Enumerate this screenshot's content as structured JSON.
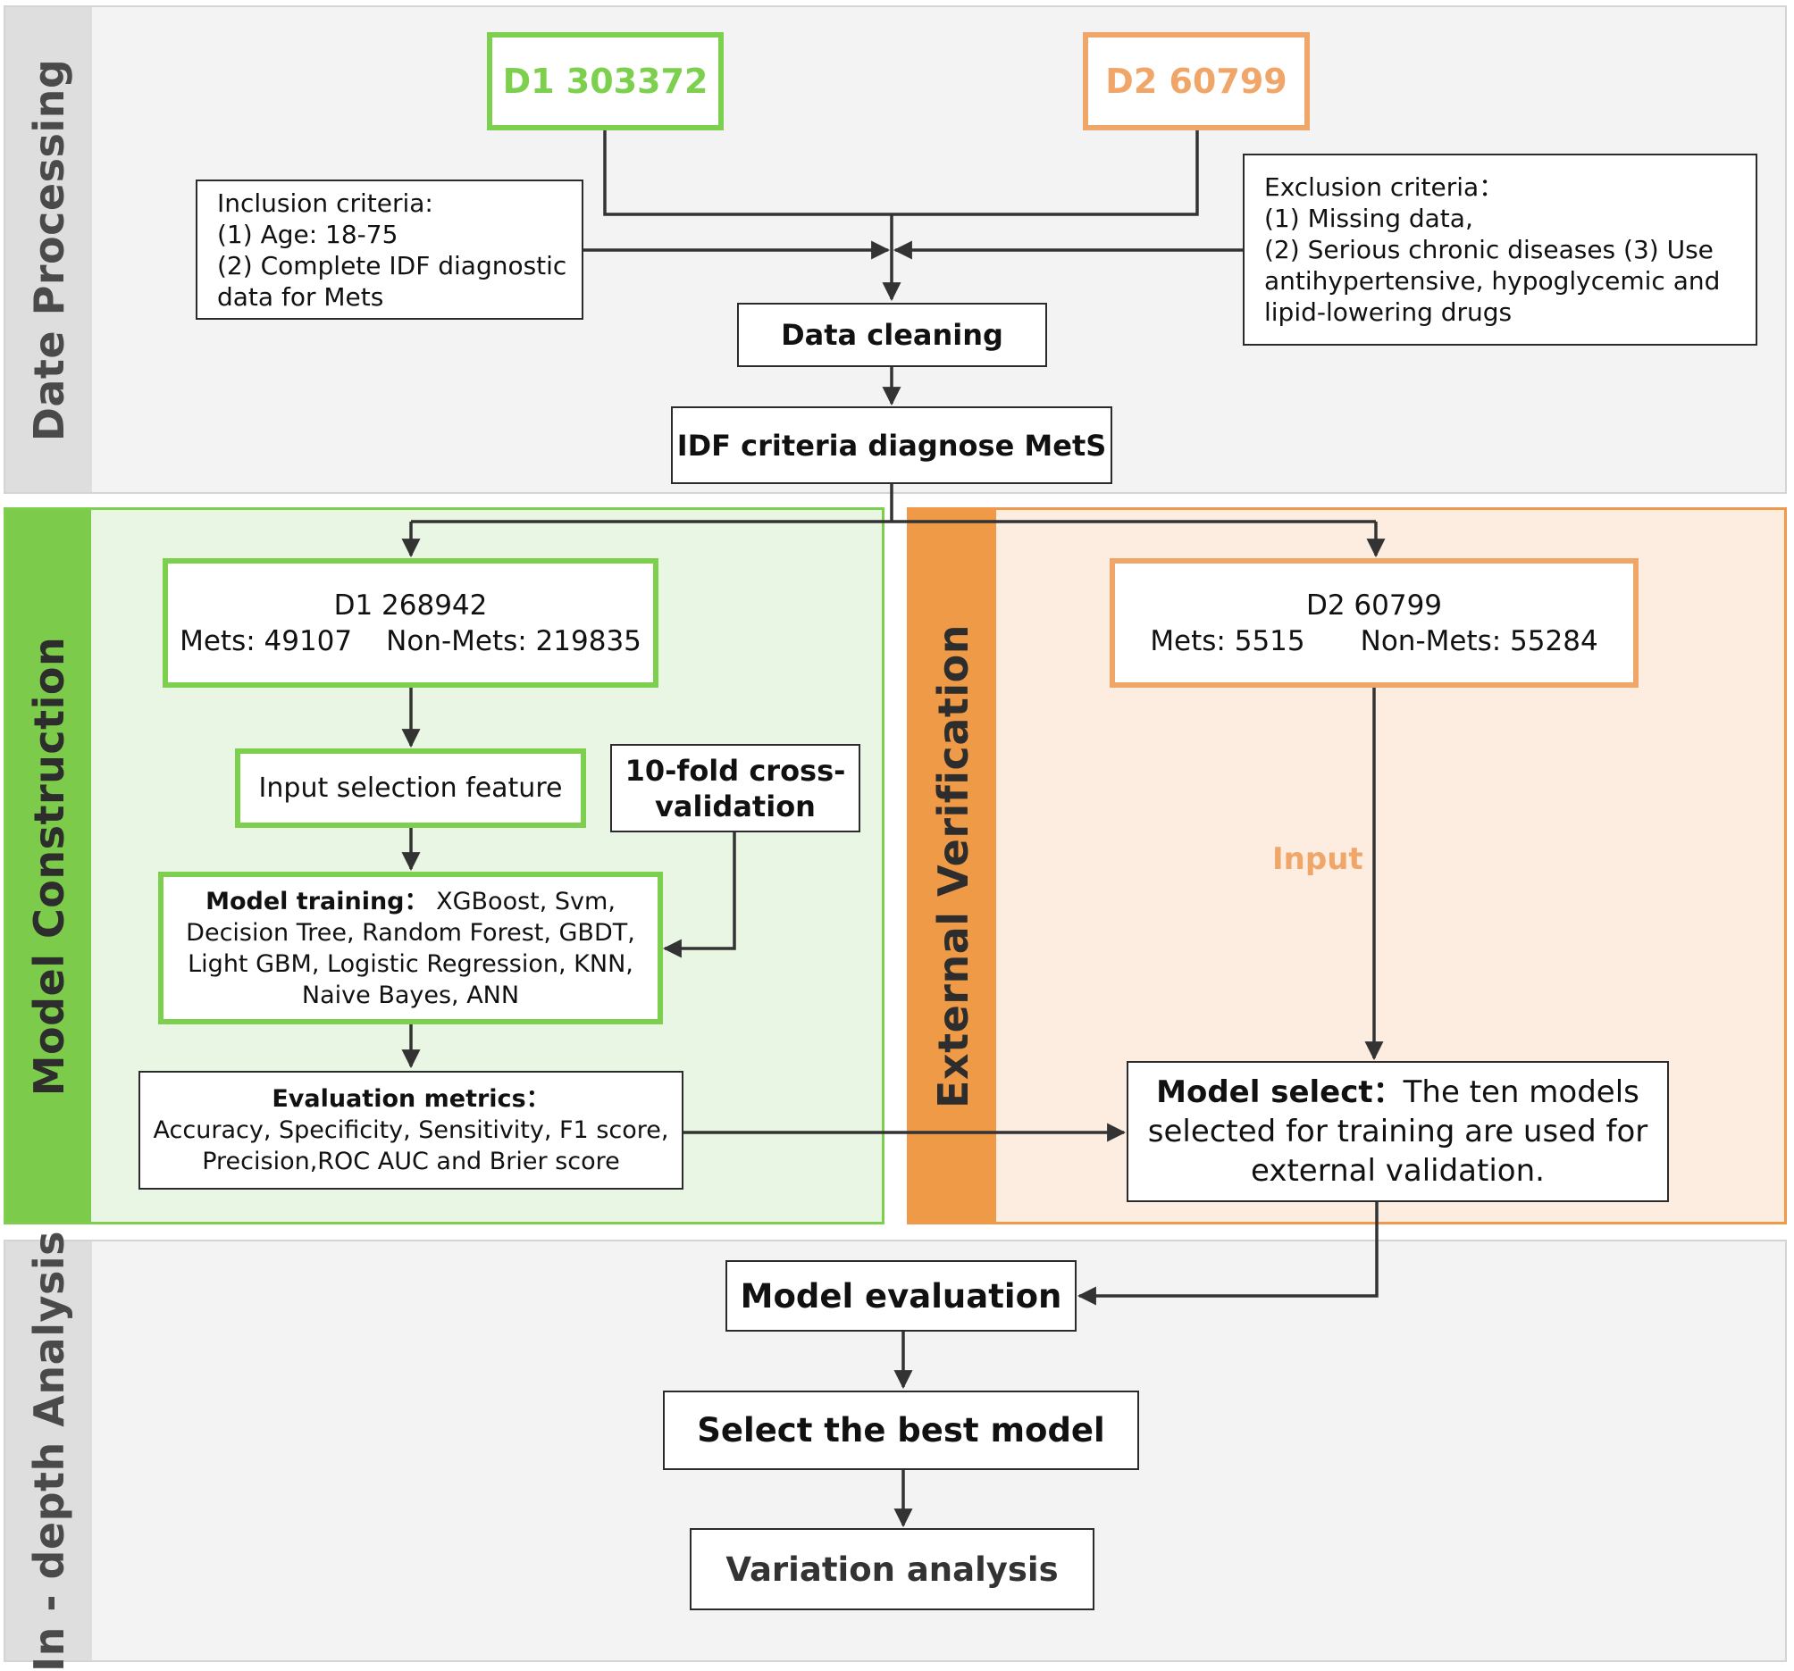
{
  "sections": {
    "data_processing": "Date Processing",
    "model_construction": "Model Construction",
    "external_verification": "External Verification",
    "in_depth_analysis": "In - depth Analysis"
  },
  "datasets": {
    "d1": "D1 303372",
    "d2": "D2 60799"
  },
  "inclusion": {
    "title": "Inclusion criteria:",
    "lines": [
      "(1) Age: 18-75",
      "(2) Complete IDF diagnostic",
      "data for Mets"
    ]
  },
  "exclusion": {
    "title": "Exclusion criteria：",
    "lines": [
      "(1) Missing data,",
      "(2) Serious chronic diseases (3) Use",
      "antihypertensive, hypoglycemic and",
      "lipid-lowering drugs"
    ]
  },
  "steps": {
    "data_cleaning": "Data cleaning",
    "idf_diagnose": "IDF criteria diagnose MetS",
    "model_evaluation": "Model evaluation",
    "select_best": "Select the best model",
    "variation": "Variation analysis"
  },
  "d1_split": {
    "title": "D1 268942",
    "mets": "Mets: 49107",
    "non_mets": "Non-Mets: 219835"
  },
  "d2_split": {
    "title": "D2 60799",
    "mets": "Mets: 5515",
    "non_mets": "Non-Mets: 55284"
  },
  "input_feature": "Input selection feature",
  "cross_validation": [
    "10-fold cross-",
    "validation"
  ],
  "model_training": {
    "label": "Model training：",
    "lines": [
      "XGBoost, Svm,",
      "Decision Tree, Random Forest, GBDT,",
      "Light GBM, Logistic Regression, KNN,",
      "Naive Bayes, ANN"
    ]
  },
  "evaluation_metrics": {
    "label": "Evaluation metrics：",
    "lines": [
      "Accuracy, Specificity, Sensitivity, F1 score,",
      "Precision,ROC AUC and Brier score"
    ]
  },
  "input_label": "Input",
  "model_select": {
    "label": "Model select：",
    "lines": [
      "The ten models",
      "selected for training are used for",
      "external validation."
    ]
  },
  "colors": {
    "green": "#7dd04d",
    "orange": "#f0a668",
    "input_text": "#f0a668"
  }
}
